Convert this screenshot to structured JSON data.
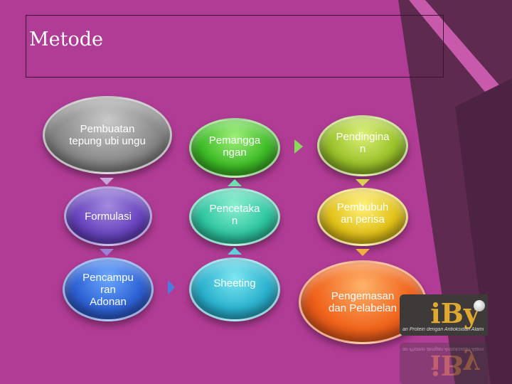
{
  "slide": {
    "title": "Metode"
  },
  "colors": {
    "background": "#b13c95",
    "band_dark": "#5e2a50",
    "band_light": "#c85aac",
    "logo_gold": "#e0a82e"
  },
  "diagram": {
    "nodes": [
      {
        "id": "n1",
        "label": "Pembuatan\ntepung ubi ungu",
        "color": "grey"
      },
      {
        "id": "n2",
        "label": "Formulasi",
        "color": "purple"
      },
      {
        "id": "n3",
        "label": "Pencampu\nran\nAdonan",
        "color": "blue"
      },
      {
        "id": "n4",
        "label": "Sheeting",
        "color": "cyan"
      },
      {
        "id": "n5",
        "label": "Pencetaka\nn",
        "color": "teal"
      },
      {
        "id": "n6",
        "label": "Pemangga\nngan",
        "color": "green"
      },
      {
        "id": "n7",
        "label": "Pendingina\nn",
        "color": "lime"
      },
      {
        "id": "n8",
        "label": "Pembubuh\nan perisa",
        "color": "yellow"
      },
      {
        "id": "n9",
        "label": "Pengemasan\ndan Pelabelan",
        "color": "orange"
      }
    ],
    "edges": [
      [
        "n1",
        "n2"
      ],
      [
        "n2",
        "n3"
      ],
      [
        "n3",
        "n4"
      ],
      [
        "n4",
        "n5"
      ],
      [
        "n5",
        "n6"
      ],
      [
        "n6",
        "n7"
      ],
      [
        "n7",
        "n8"
      ],
      [
        "n8",
        "n9"
      ]
    ]
  },
  "logo": {
    "text": "iBy",
    "subtitle": "an Protein dengan Antioksidan Alami"
  }
}
